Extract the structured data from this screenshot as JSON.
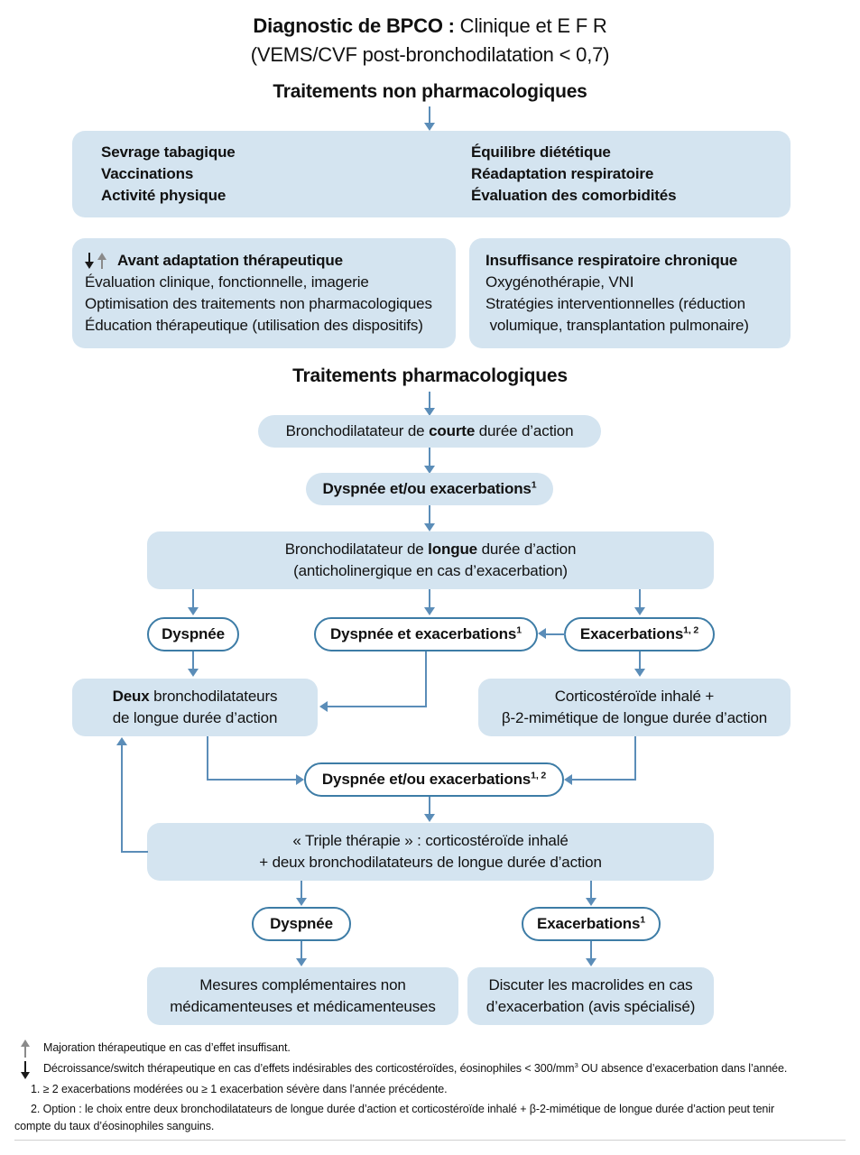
{
  "header": {
    "title_line1_bold": "Diagnostic de BPCO :",
    "title_line1_rest": " Clinique et E F R",
    "title_line2": "(VEMS/CVF post-bronchodilatation < 0,7)",
    "section_nonpharma": "Traitements non pharmacologiques",
    "section_pharma": "Traitements pharmacologiques"
  },
  "nonpharma_box": {
    "left_items": [
      "Sevrage tabagique",
      "Vaccinations",
      "Activité physique"
    ],
    "right_items": [
      "Équilibre diététique",
      "Réadaptation respiratoire",
      "Évaluation des comorbidités"
    ]
  },
  "adaptation_box": {
    "heading": "Avant adaptation thérapeutique",
    "lines": [
      "Évaluation clinique, fonctionnelle, imagerie",
      "Optimisation des traitements non pharmacologiques",
      "Éducation thérapeutique (utilisation des dispositifs)"
    ]
  },
  "respfailure_box": {
    "heading": "Insuffisance respiratoire chronique",
    "lines": [
      "Oxygénothérapie, VNI",
      "Stratégies interventionnelles (réduction",
      " volumique, transplantation pulmonaire)"
    ]
  },
  "flow": {
    "short_acting": {
      "pre": "Bronchodilatateur de ",
      "bold": "courte",
      "post": " durée d’action"
    },
    "decision1": {
      "text": "Dyspnée et/ou exacerbations",
      "sup": "1"
    },
    "long_acting": {
      "line1_pre": "Bronchodilatateur de ",
      "line1_bold": "longue",
      "line1_post": " durée d’action",
      "line2": "(anticholinergique en cas d’exacerbation)"
    },
    "branch_dyspnee": {
      "text": "Dyspnée",
      "sup": ""
    },
    "branch_dyspnee_exac": {
      "text": "Dyspnée et exacerbations",
      "sup": "1"
    },
    "branch_exac": {
      "text": "Exacerbations",
      "sup": "1, 2"
    },
    "two_bronchodilators": {
      "line1_bold": "Deux",
      "line1_rest": " bronchodilatateurs",
      "line2": "de longue durée d’action"
    },
    "ics_laba": {
      "line1": "Corticostéroïde inhalé +",
      "line2": "β-2-mimétique de longue durée d’action"
    },
    "decision2": {
      "text": "Dyspnée et/ou exacerbations",
      "sup": "1, 2"
    },
    "triple_therapy": {
      "line1": "« Triple thérapie » : corticostéroïde inhalé",
      "line2": "+ deux bronchodilatateurs de longue durée d’action"
    },
    "final_dyspnee": {
      "text": "Dyspnée",
      "sup": ""
    },
    "final_exac": {
      "text": "Exacerbations",
      "sup": "1"
    },
    "outcome_left": {
      "line1": "Mesures complémentaires non",
      "line2": "médicamenteuses et médicamenteuses"
    },
    "outcome_right": {
      "line1": "Discuter les macrolides en cas",
      "line2": "d’exacerbation (avis spécialisé)"
    }
  },
  "footnotes": {
    "up_arrow_note": "Majoration thérapeutique en cas d’effet insuffisant.",
    "down_arrow_note_a": "Décroissance/switch thérapeutique en cas d’effets indésirables des corticostéroïdes, éosinophiles < 300/mm",
    "down_arrow_note_sup": "3",
    "down_arrow_note_b": " OU absence d’exacerbation dans l’année.",
    "note1": "1. ≥ 2 exacerbations modérées ou ≥ 1 exacerbation sévère dans l’année précédente.",
    "note2_line1": "2. Option : le choix entre deux bronchodilatateurs de longue durée d’action et corticostéroïde inhalé + β-2-mimétique de longue durée d’action peut tenir",
    "note2_line2": "compte du taux d’éosinophiles sanguins."
  },
  "colors": {
    "box_fill": "#d4e4f0",
    "outline_stroke": "#3d7ca6",
    "connector": "#5b8db8",
    "text": "#111111"
  }
}
